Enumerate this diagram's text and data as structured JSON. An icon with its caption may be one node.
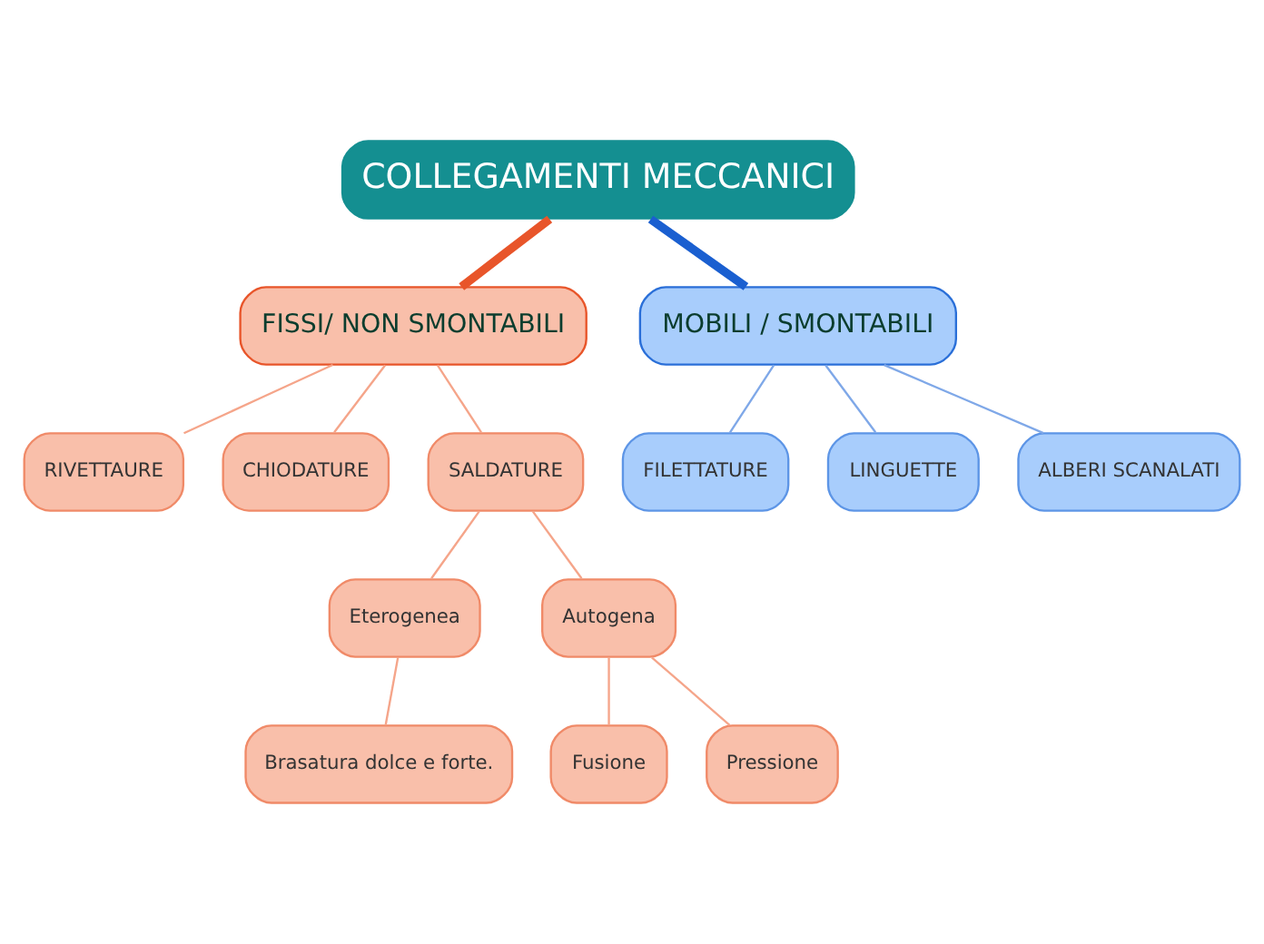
{
  "diagram": {
    "nodes": [
      {
        "text": [
          "COLLEGAMENTI MECCANICI"
        ]
      },
      {
        "text": [
          "FISSI/ NON SMONTABILI"
        ]
      },
      {
        "text": [
          "RIVETTAURE"
        ]
      },
      {
        "text": [
          "CHIODATURE"
        ]
      },
      {
        "text": [
          "SALDATURE"
        ]
      },
      {
        "text": [
          "Eterogenea"
        ]
      },
      {
        "text": [
          "Autogena"
        ]
      },
      {
        "text": [
          "Brasatura dolce e forte."
        ]
      },
      {
        "text": [
          "Fusione"
        ]
      },
      {
        "text": [
          "Pressione"
        ]
      },
      {
        "text": [
          "MOBILI / SMONTABILI"
        ]
      },
      {
        "text": [
          "FILETTATURE"
        ]
      },
      {
        "text": [
          "LINGUETTE"
        ]
      },
      {
        "text": [
          "ALBERI SCANALATI"
        ]
      }
    ],
    "edges": [
      {
        "from": 0,
        "to": 1,
        "arrow": "none",
        "style": "thick",
        "color": "#e8552a"
      },
      {
        "from": 1,
        "to": 2,
        "arrow": "none"
      },
      {
        "from": 1,
        "to": 3,
        "arrow": "none"
      },
      {
        "from": 1,
        "to": 4,
        "arrow": "none"
      },
      {
        "from": 4,
        "to": 5,
        "arrow": "none"
      },
      {
        "from": 4,
        "to": 6,
        "arrow": "none"
      },
      {
        "from": 5,
        "to": 7,
        "arrow": "none"
      },
      {
        "from": 6,
        "to": 8,
        "arrow": "none"
      },
      {
        "from": 6,
        "to": 9,
        "arrow": "none"
      },
      {
        "from": 0,
        "to": 10,
        "arrow": "none",
        "style": "thick",
        "color": "#1a5fd0"
      },
      {
        "from": 10,
        "to": 11,
        "arrow": "none",
        "color": "#7fa8e8"
      },
      {
        "from": 10,
        "to": 12,
        "arrow": "none",
        "color": "#7fa8e8"
      },
      {
        "from": 10,
        "to": 13,
        "arrow": "none",
        "color": "#7fa8e8"
      }
    ]
  }
}
